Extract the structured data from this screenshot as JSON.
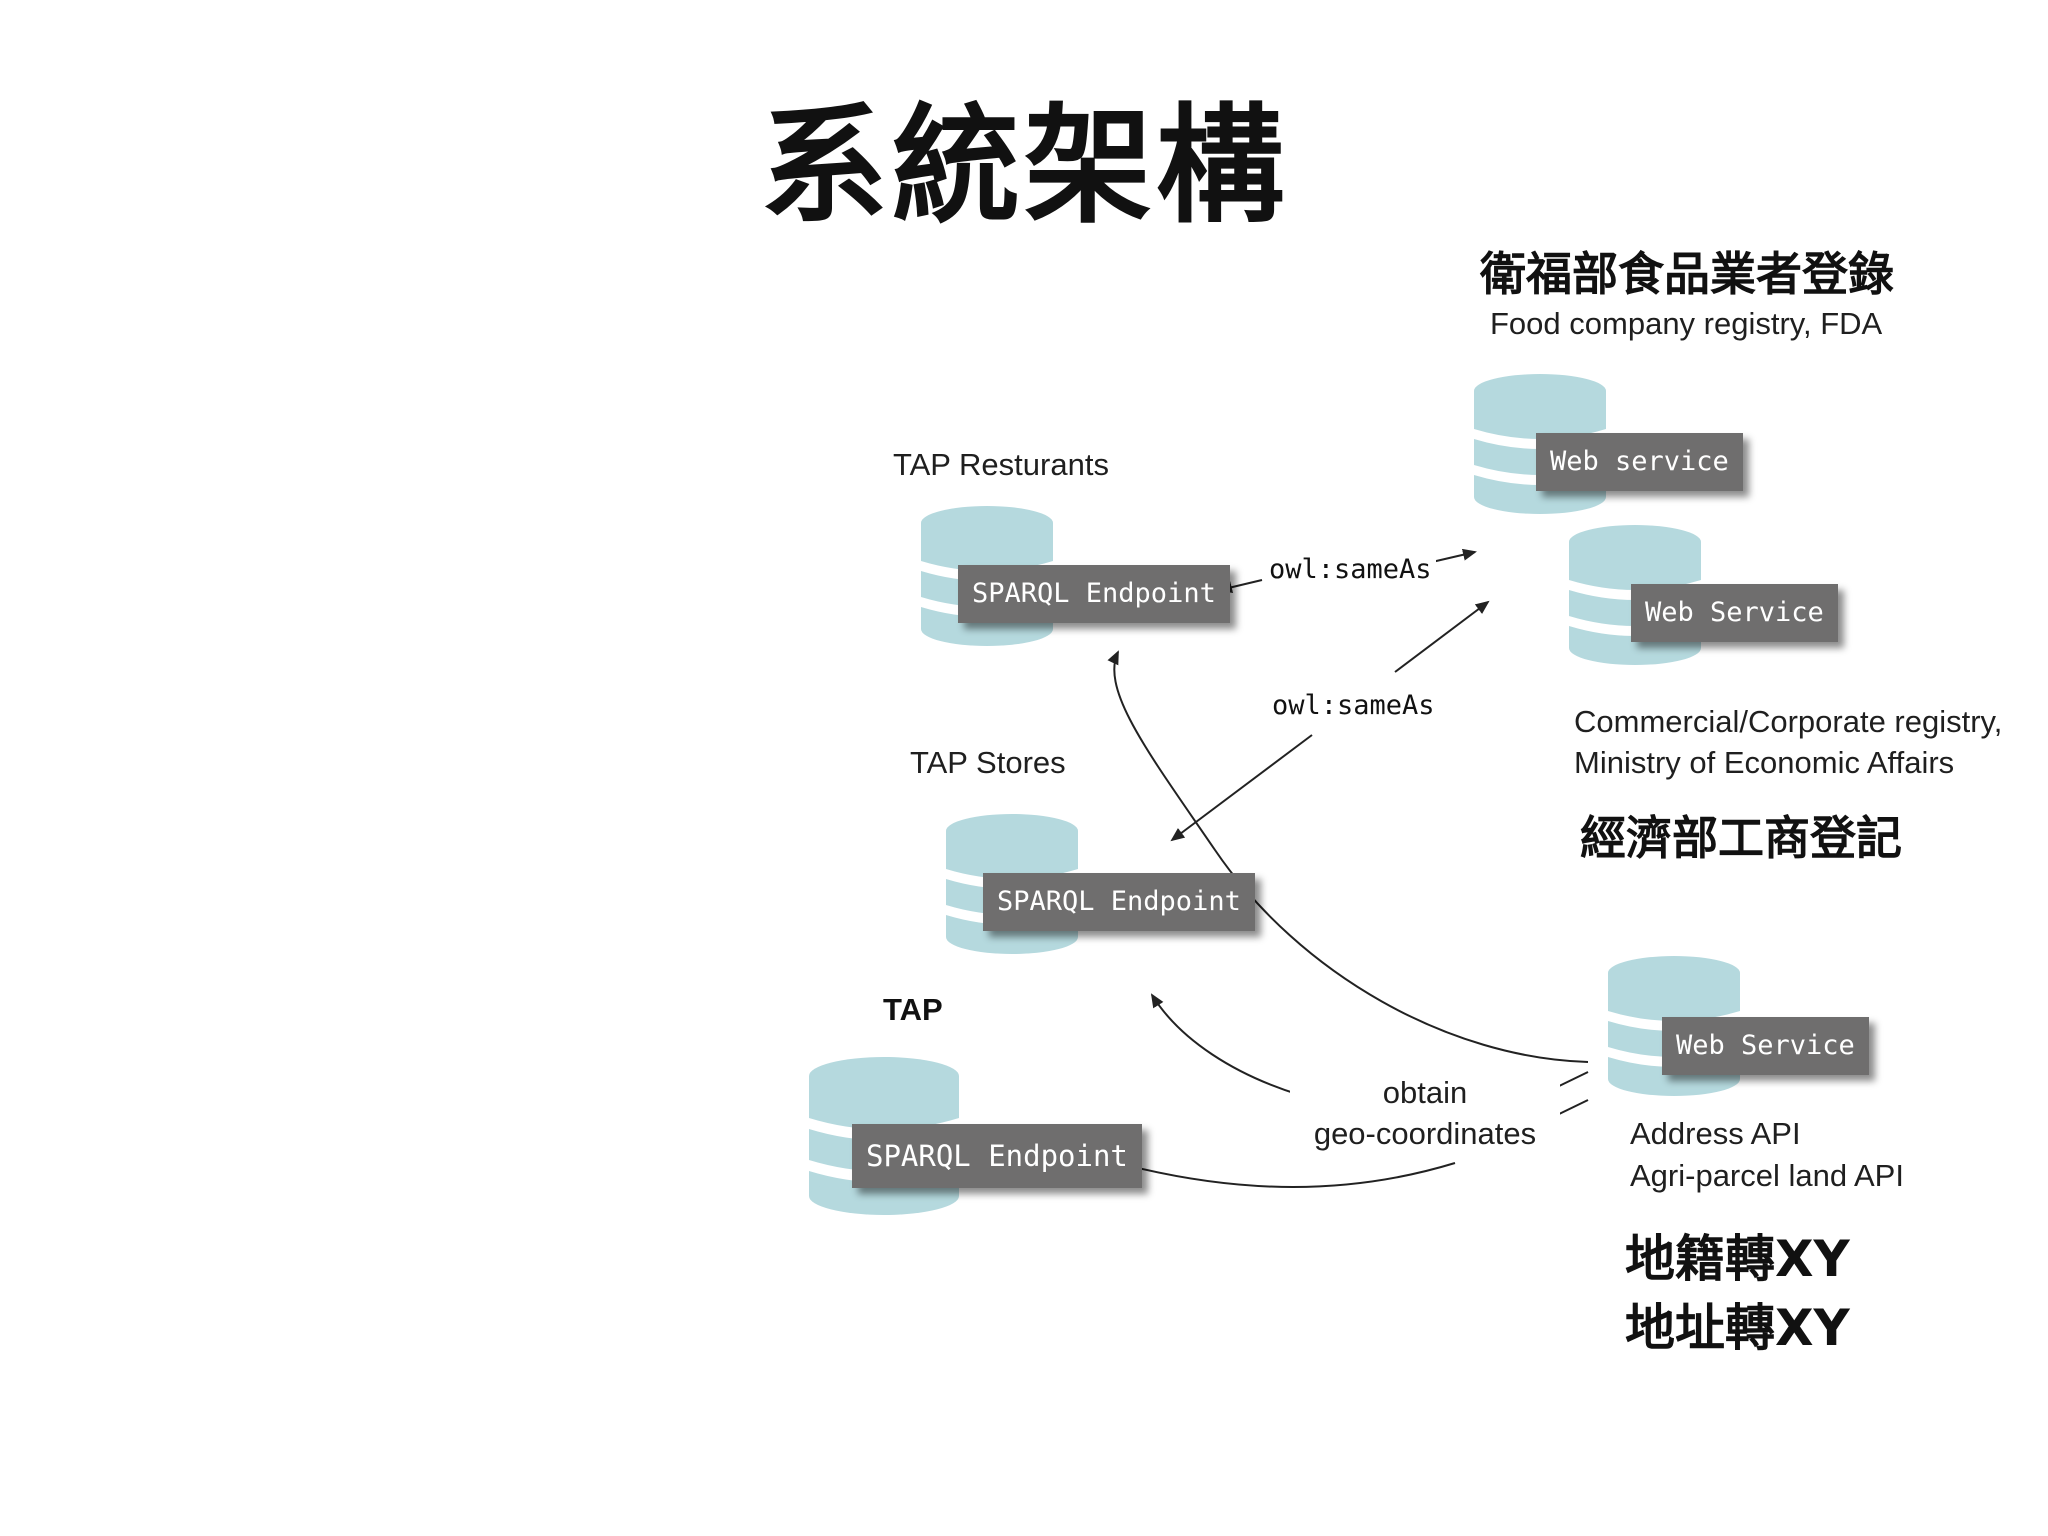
{
  "title": "系統架構",
  "colors": {
    "db_fill": "#b5d9de",
    "db_band": "#ffffff",
    "tag_bg": "#6f6e6e",
    "tag_text": "#ffffff",
    "arrow": "#222222"
  },
  "nodes": {
    "tap_restaurants": {
      "label": "TAP Resturants",
      "tag": "SPARQL Endpoint"
    },
    "tap_stores": {
      "label": "TAP Stores",
      "tag": "SPARQL Endpoint"
    },
    "tap": {
      "label": "TAP",
      "tag": "SPARQL Endpoint"
    },
    "fda": {
      "label_zh": "衛福部食品業者登錄",
      "label_en": "Food company registry, FDA",
      "tag": "Web service"
    },
    "moea": {
      "tag": "Web Service",
      "label_en_1": "Commercial/Corporate registry,",
      "label_en_2": "Ministry of Economic Affairs",
      "label_zh": "經濟部工商登記"
    },
    "geo": {
      "tag": "Web Service",
      "label_en_1": "Address API",
      "label_en_2": "Agri-parcel land API",
      "label_zh_1": "地籍轉XY",
      "label_zh_2": "地址轉XY"
    }
  },
  "edges": {
    "same_as_1": "owl:sameAs",
    "same_as_2": "owl:sameAs",
    "geo_1": "obtain",
    "geo_2": "geo-coordinates"
  }
}
